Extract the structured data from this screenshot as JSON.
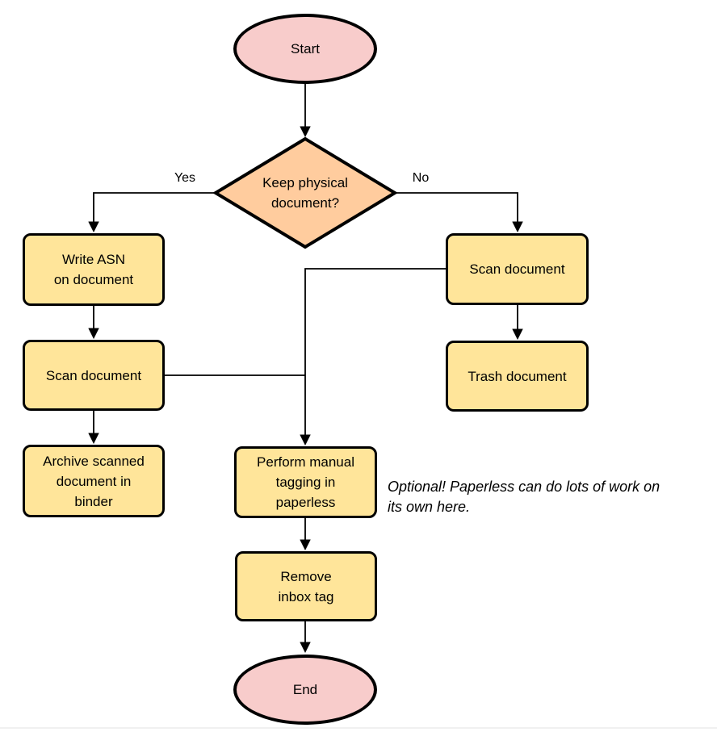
{
  "theme": {
    "bg": "#ffffff",
    "node_fill_yellow": "#ffe59a",
    "node_fill_pink": "#f8cccb",
    "node_fill_orange": "#ffcc9e",
    "node_stroke": "#000000",
    "text_color": "#000000",
    "footer_line": "#f0f0f0"
  },
  "flowchart": {
    "nodes": {
      "start": "Start",
      "decision": "Keep physical\ndocument?",
      "write_asn": "Write ASN\non document",
      "scan_left": "Scan document",
      "archive": "Archive scanned\ndocument in\nbinder",
      "scan_right": "Scan document",
      "trash": "Trash document",
      "tagging": "Perform manual\ntagging in\npaperless",
      "remove_inbox": "Remove\ninbox tag",
      "end": "End"
    },
    "edge_labels": {
      "yes": "Yes",
      "no": "No"
    },
    "annotation": "Optional! Paperless can do lots of work on\nits own here."
  }
}
